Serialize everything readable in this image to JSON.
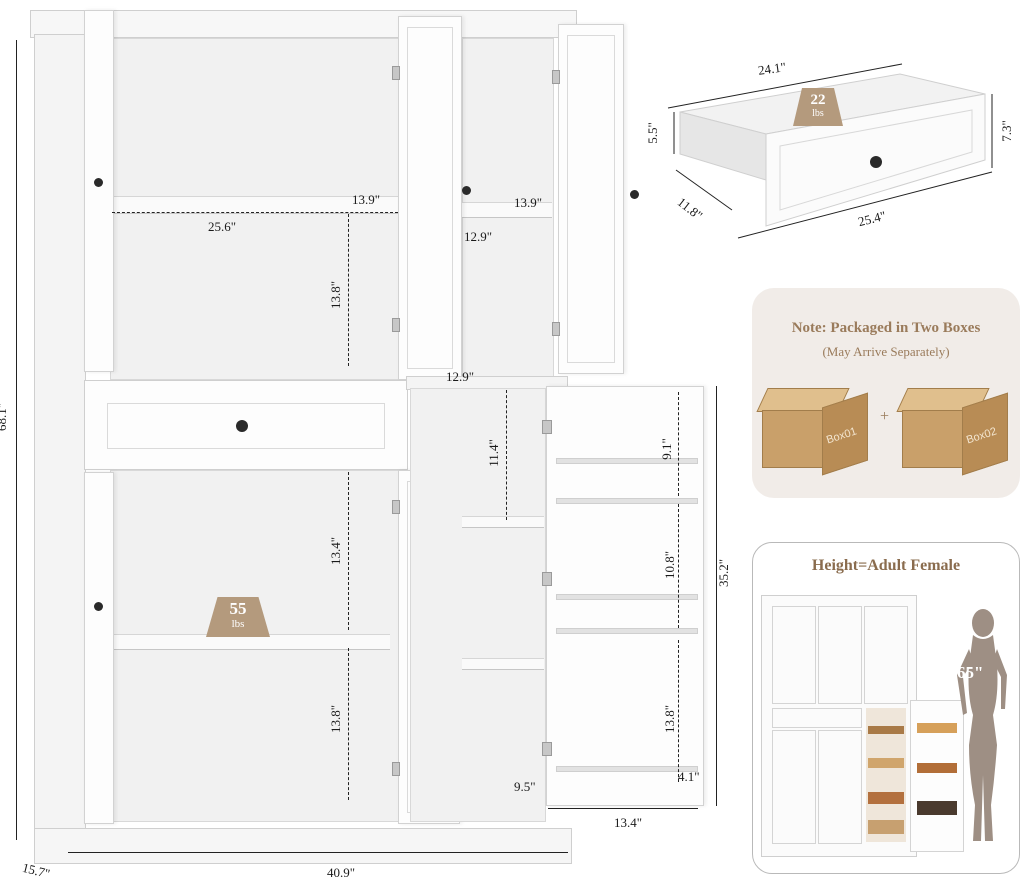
{
  "dimensions": {
    "overall_height": "68.1\"",
    "overall_width": "40.9\"",
    "overall_depth": "15.7\"",
    "upper_left_width": "25.6\"",
    "upper_left_depth": "13.9\"",
    "upper_left_height": "13.8\"",
    "upper_right_depth": "13.9\"",
    "upper_right_width": "12.9\"",
    "middle_width": "12.9\"",
    "lower_left_top_height": "13.4\"",
    "lower_left_bottom_height": "13.8\"",
    "lower_right_top_height": "11.4\"",
    "lower_right_height": "35.2\"",
    "door_shelf_1": "9.1\"",
    "door_shelf_2": "10.8\"",
    "door_shelf_3": "13.8\"",
    "door_shelf_depth": "4.1\"",
    "door_inner_depth": "9.5\"",
    "door_width": "13.4\""
  },
  "drawer": {
    "width_top": "24.1\"",
    "width_front": "25.4\"",
    "depth": "11.8\"",
    "inner_height": "5.5\"",
    "outer_height": "7.3\"",
    "weight_value": "22",
    "weight_unit": "lbs"
  },
  "shelf_weight": {
    "value": "55",
    "unit": "lbs"
  },
  "packaging": {
    "note": "Note: Packaged in Two Boxes",
    "subnote": "(May Arrive Separately)",
    "box1": "Box01",
    "plus": "+",
    "box2": "Box02"
  },
  "comparison": {
    "title": "Height=Adult Female",
    "height": "65\""
  },
  "colors": {
    "weight_badge": "#b49a7d",
    "note_card_bg": "#f1ece8",
    "note_text": "#9a7b5b",
    "cabinet_white": "#fbfbfb"
  }
}
